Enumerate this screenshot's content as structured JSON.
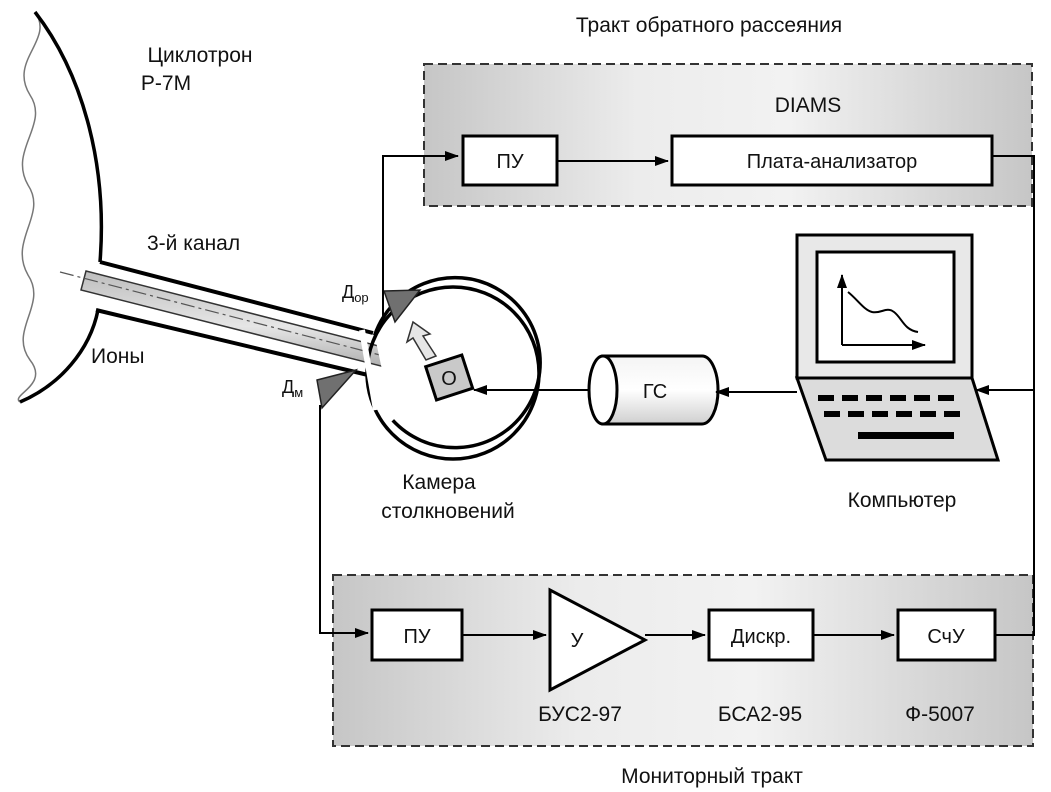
{
  "cyclotron": {
    "line1": "Циклотрон",
    "line2": "Р-7М"
  },
  "channel_label": "3-й канал",
  "ions_label": "Ионы",
  "detector_backscatter": {
    "main": "Д",
    "sub": "ор"
  },
  "detector_monitor": {
    "main": "Д",
    "sub": "м"
  },
  "target_label": "О",
  "chamber": {
    "line1": "Камера",
    "line2": "столкновений"
  },
  "generator_label": "ГС",
  "computer_label": "Компьютер",
  "backscatter_path": {
    "title": "Тракт обратного рассеяния",
    "system": "DIAMS",
    "preamp": "ПУ",
    "analyzer": "Плата-анализатор"
  },
  "monitor_path": {
    "title": "Мониторный тракт",
    "preamp": "ПУ",
    "amplifier": "У",
    "amplifier_model": "БУС2-97",
    "discriminator": "Дискр.",
    "discriminator_model": "БСА2-95",
    "counter": "СчУ",
    "counter_model": "Ф-5007"
  },
  "colors": {
    "line": "#000000",
    "panel_dark": "#c4c4c4",
    "panel_light": "#ececec",
    "detector": "#707070"
  }
}
